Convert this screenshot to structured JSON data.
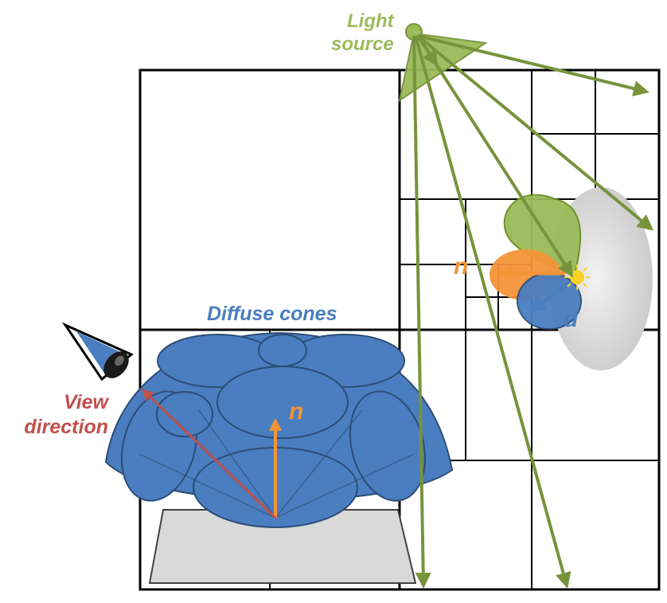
{
  "labels": {
    "light_line1": "Light",
    "light_line2": "source",
    "diffuse_cones": "Diffuse cones",
    "view_line1": "View",
    "view_line2": "direction",
    "normal_left": "n",
    "normal_right": "n",
    "direction_d": "d"
  },
  "colors": {
    "light_green": "#9bbb59",
    "arrow_green": "#77933c",
    "cone_blue": "#4a7ec0",
    "cone_outline": "#2c4d75",
    "view_red": "#c0504d",
    "normal_orange": "#f39437",
    "grid_black": "#000000",
    "surface_gray": "#d9d9d9"
  },
  "icons": {
    "viewer": "eye-icon",
    "light": "light-source-icon",
    "hit_point": "sun-icon"
  }
}
